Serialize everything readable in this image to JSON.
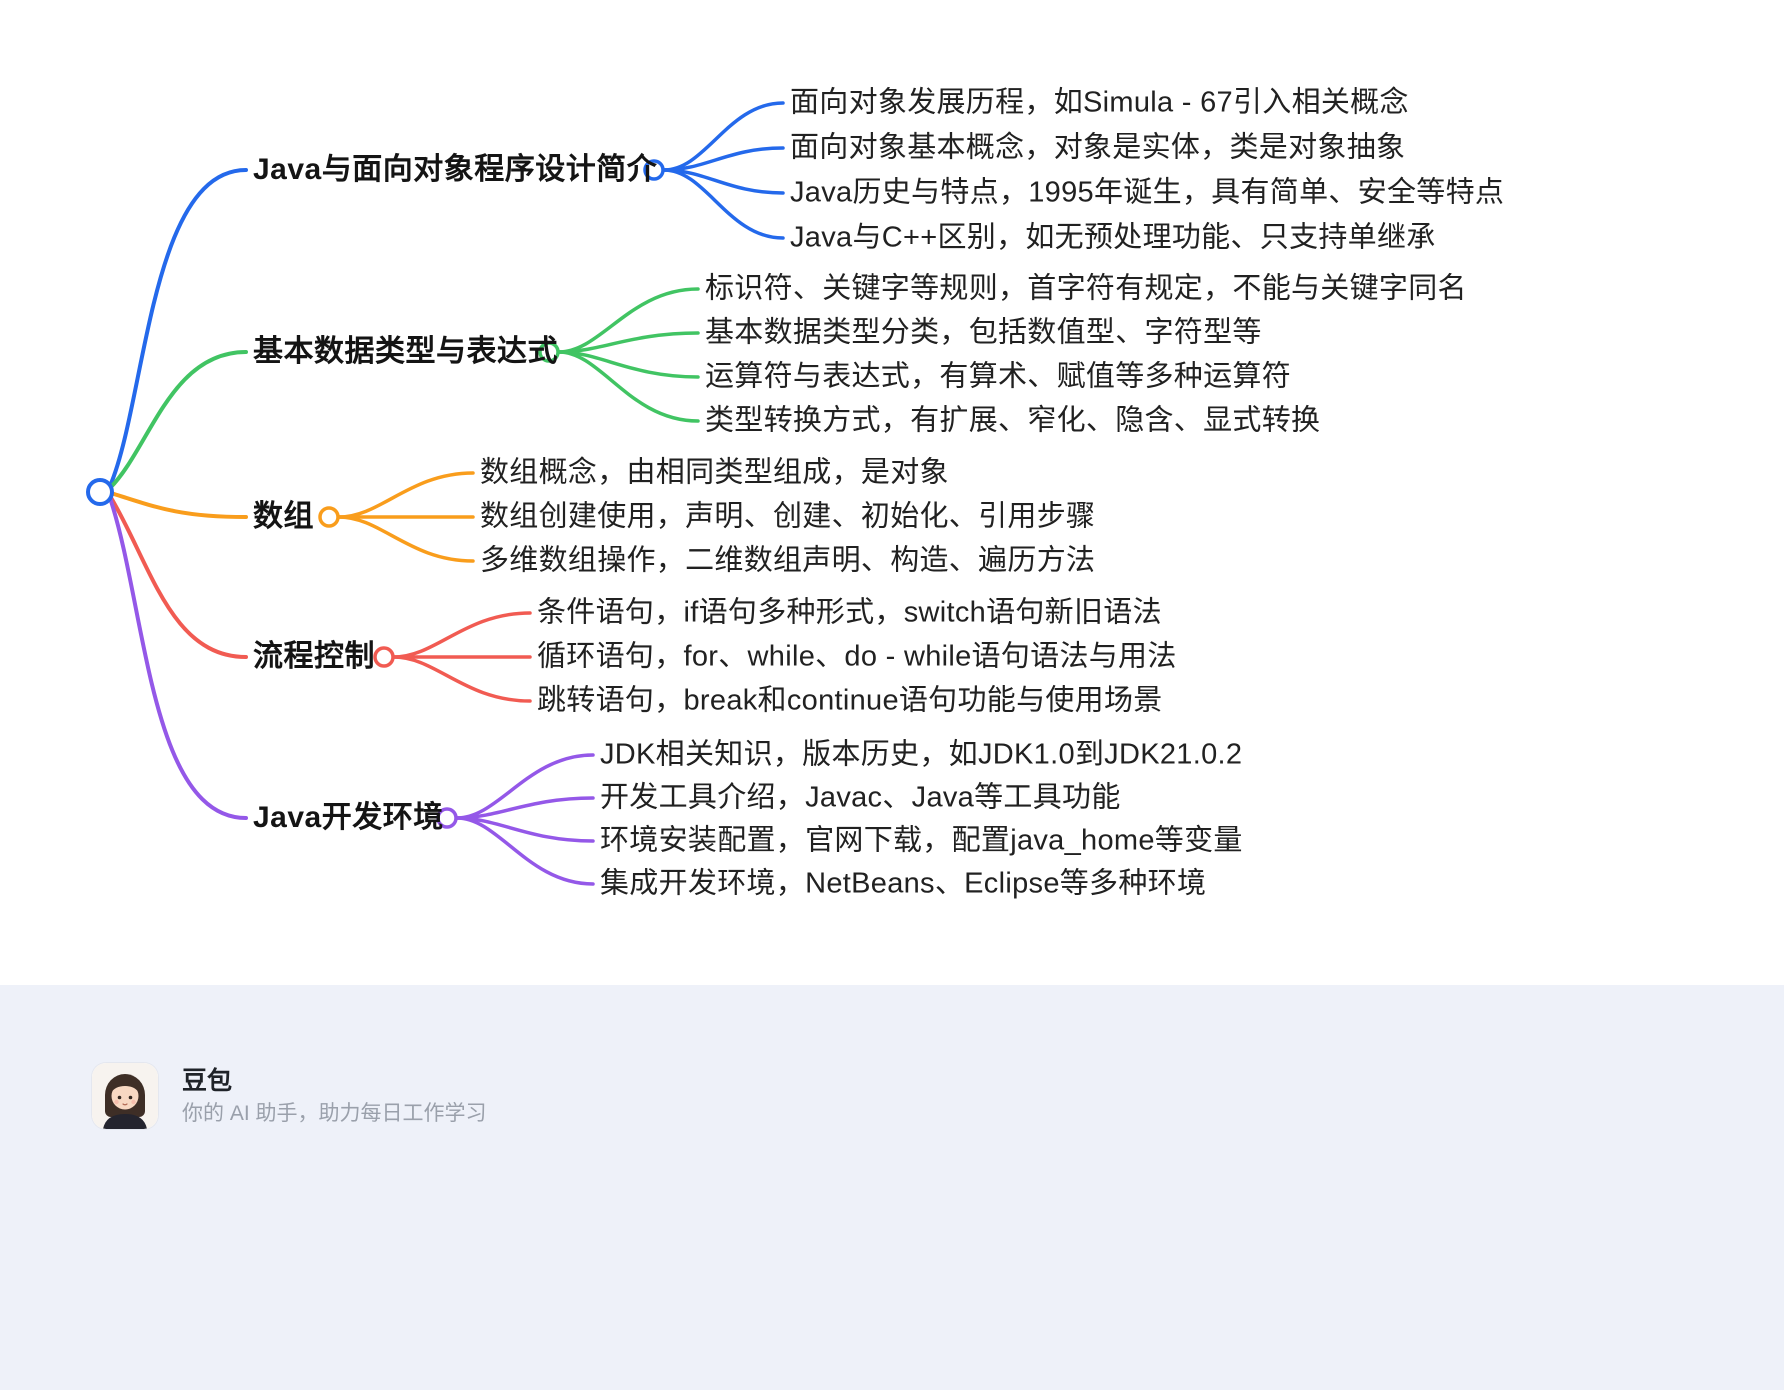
{
  "map": {
    "root_color": "#2469eb",
    "branches": [
      {
        "label": "Java与面向对象程序设计简介",
        "color": "#2469eb",
        "leaves": [
          "面向对象发展历程，如Simula - 67引入相关概念",
          "面向对象基本概念，对象是实体，类是对象抽象",
          "Java历史与特点，1995年诞生，具有简单、安全等特点",
          "Java与C++区别，如无预处理功能、只支持单继承"
        ]
      },
      {
        "label": "基本数据类型与表达式",
        "color": "#41c463",
        "leaves": [
          "标识符、关键字等规则，首字符有规定，不能与关键字同名",
          "基本数据类型分类，包括数值型、字符型等",
          "运算符与表达式，有算术、赋值等多种运算符",
          "类型转换方式，有扩展、窄化、隐含、显式转换"
        ]
      },
      {
        "label": "数组",
        "color": "#f99d1c",
        "leaves": [
          "数组概念，由相同类型组成，是对象",
          "数组创建使用，声明、创建、初始化、引用步骤",
          "多维数组操作，二维数组声明、构造、遍历方法"
        ]
      },
      {
        "label": "流程控制",
        "color": "#f15b52",
        "leaves": [
          "条件语句，if语句多种形式，switch语句新旧语法",
          "循环语句，for、while、do - while语句语法与用法",
          "跳转语句，break和continue语句功能与使用场景"
        ]
      },
      {
        "label": "Java开发环境",
        "color": "#9458e8",
        "leaves": [
          "JDK相关知识，版本历史，如JDK1.0到JDK21.0.2",
          "开发工具介绍，Javac、Java等工具功能",
          "环境安装配置，官网下载，配置java_home等变量",
          "集成开发环境，NetBeans、Eclipse等多种环境"
        ]
      }
    ]
  },
  "footer": {
    "name": "豆包",
    "tagline": "你的 AI 助手，助力每日工作学习"
  }
}
